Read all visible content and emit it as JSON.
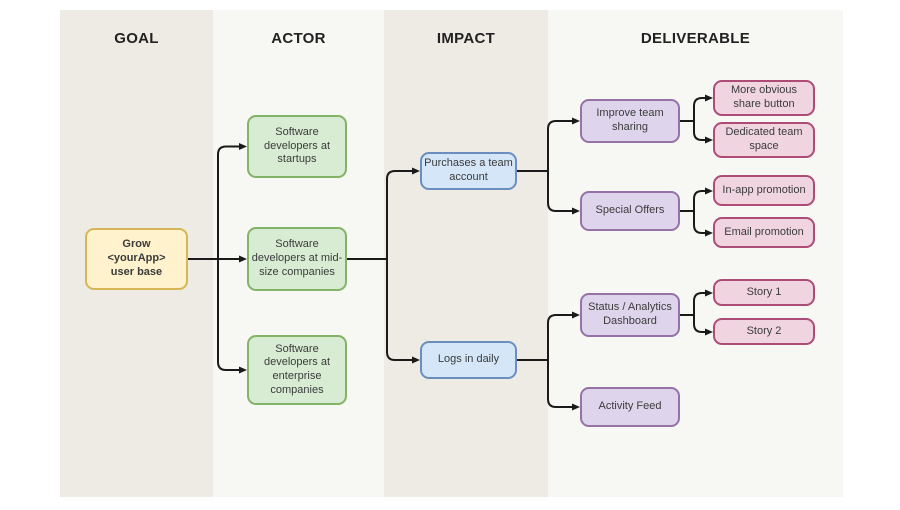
{
  "palette": {
    "canvas-bg": "#ffffff",
    "stripe-dark": "#edebe3",
    "stripe-light": "#f7f7f4",
    "header-color": "#222222",
    "node-text": "#3b3b3b",
    "line-color": "#1a1a1a",
    "goal-fill": "#fff2cc",
    "goal-border": "#d6b656",
    "actor-fill": "#d8ecd3",
    "actor-border": "#82b366",
    "impact-fill": "#d4e6f7",
    "impact-border": "#6c8ebf",
    "deliverable-fill": "#ded5ec",
    "deliverable-border": "#9673a6",
    "story-fill": "#f0d5e1",
    "story-border": "#ad4d77"
  },
  "columns": [
    {
      "label": "GOAL"
    },
    {
      "label": "ACTOR"
    },
    {
      "label": "IMPACT"
    },
    {
      "label": "DELIVERABLE"
    }
  ],
  "nodes": {
    "goal": {
      "label": "Grow\n<yourApp>\nuser base"
    },
    "actor_startups": {
      "label": "Software\ndevelopers at\nstartups"
    },
    "actor_midsize": {
      "label": "Software\ndevelopers at mid-\nsize companies"
    },
    "actor_enterprise": {
      "label": "Software\ndevelopers at\nenterprise\ncompanies"
    },
    "impact_purchases": {
      "label": "Purchases a team\naccount"
    },
    "impact_logs": {
      "label": "Logs in daily"
    },
    "deliv_sharing": {
      "label": "Improve team\nsharing"
    },
    "deliv_offers": {
      "label": "Special Offers"
    },
    "deliv_dashboard": {
      "label": "Status / Analytics\nDashboard"
    },
    "deliv_feed": {
      "label": "Activity Feed"
    },
    "story_share_button": {
      "label": "More obvious\nshare button"
    },
    "story_team_space": {
      "label": "Dedicated team\nspace"
    },
    "story_inapp": {
      "label": "In-app promotion"
    },
    "story_email": {
      "label": "Email promotion"
    },
    "story_1": {
      "label": "Story 1"
    },
    "story_2": {
      "label": "Story 2"
    }
  }
}
